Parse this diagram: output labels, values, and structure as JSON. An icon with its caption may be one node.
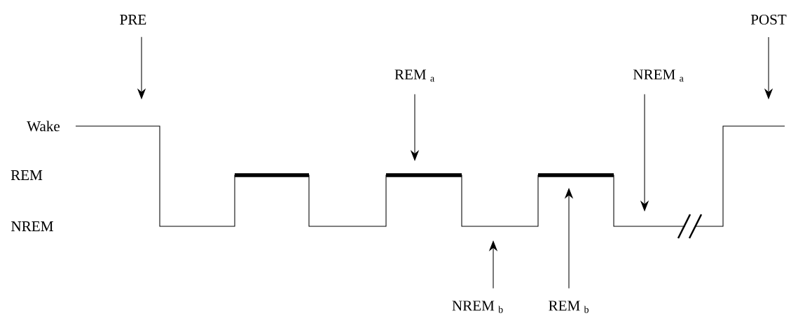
{
  "diagram": {
    "nodes": [
      {
        "text": [
          "PRE"
        ]
      },
      {
        "text": [
          "POST"
        ]
      },
      {
        "text": [
          "REM $_{a}$"
        ]
      },
      {
        "text": [
          "NREM $_{a}$"
        ]
      },
      {
        "text": [
          "NREM $_{b}$"
        ]
      },
      {
        "text": [
          "REM $_{b}$"
        ]
      }
    ],
    "edges": [
      {
        "from": 0,
        "to": null,
        "arrow": "to"
      },
      {
        "from": 1,
        "to": null,
        "arrow": "to"
      },
      {
        "from": 2,
        "to": null,
        "arrow": "to"
      },
      {
        "from": 3,
        "to": null,
        "arrow": "to"
      },
      {
        "from": 4,
        "to": null,
        "arrow": "to"
      },
      {
        "from": 5,
        "to": null,
        "arrow": "to"
      }
    ],
    "labels": [
      "Wake",
      "REM",
      "NREM"
    ]
  }
}
